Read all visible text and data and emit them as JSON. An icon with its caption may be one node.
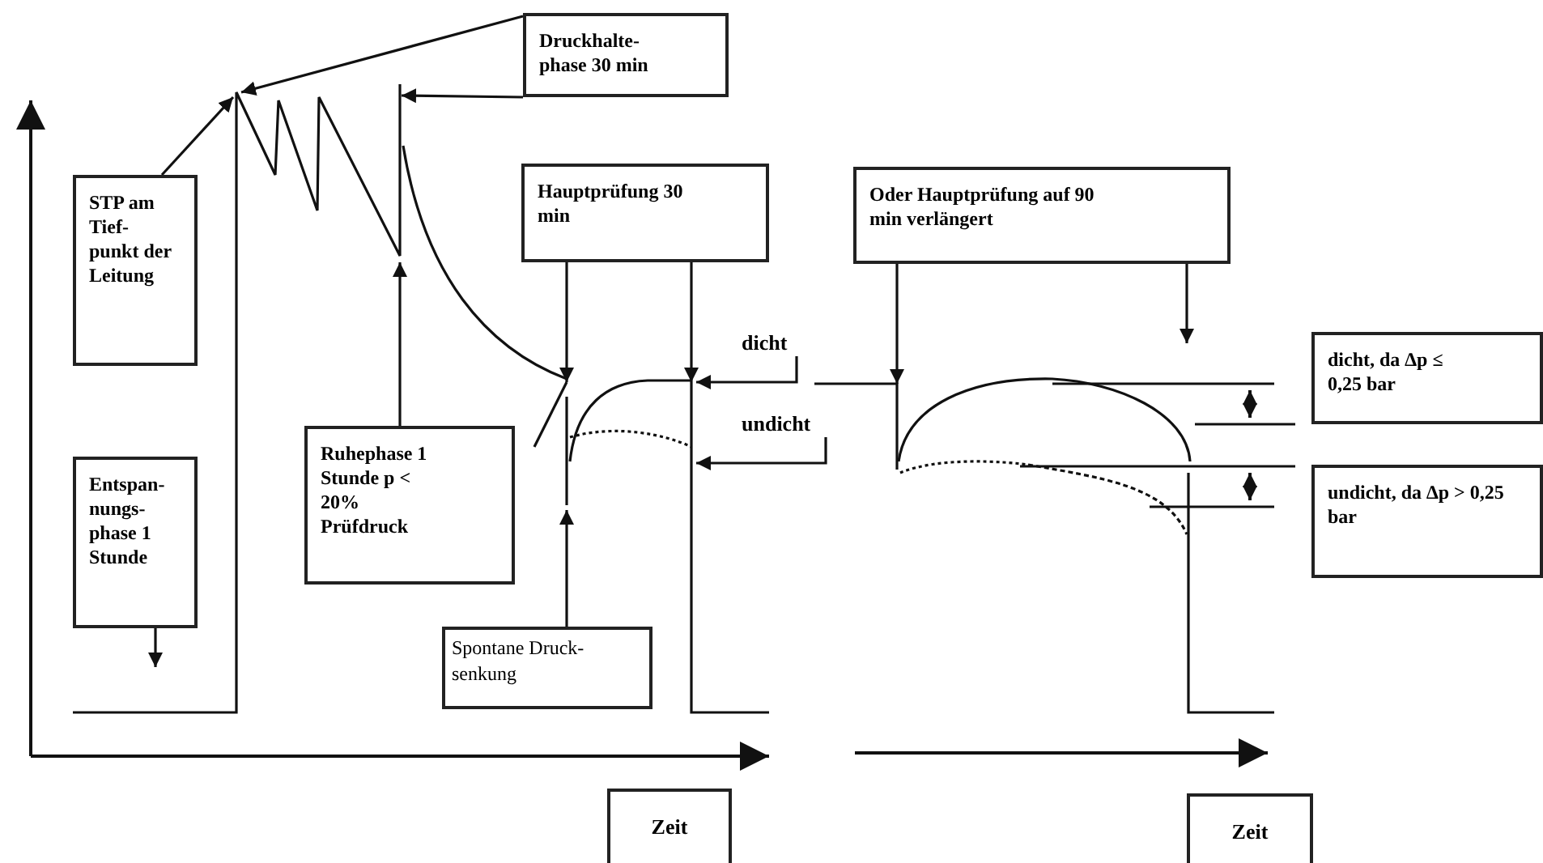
{
  "diagram": {
    "nodes": [
      {
        "text": [
          "STP am Tief- punkt der Leitung"
        ]
      },
      {
        "text": [
          "Entspan- nungs- phase 1 Stunde"
        ]
      },
      {
        "text": [
          "Druckhalte- phase 30 min"
        ]
      },
      {
        "text": [
          "Hauptprüfung 30 min"
        ]
      },
      {
        "text": [
          "Ruhephase 1 Stunde p < 20% Prüfdruck"
        ]
      },
      {
        "text": [
          "Spontane Druck- senkung"
        ]
      },
      {
        "text": [
          "Oder Hauptprüfung auf 90 min verlängert"
        ]
      },
      {
        "text": [
          "dicht, da ∆p ≤ 0,25 bar"
        ]
      },
      {
        "text": [
          "undicht, da ∆p > 0,25 bar"
        ]
      },
      {
        "text": [
          "Zeit"
        ]
      },
      {
        "text": [
          "Zeit"
        ]
      },
      {
        "text": [
          "dicht"
        ]
      },
      {
        "text": [
          "undicht"
        ]
      }
    ],
    "edges": [
      {
        "from": 0,
        "to": null,
        "arrow": "to"
      },
      {
        "from": 2,
        "to": null,
        "arrow": "to"
      },
      {
        "from": 2,
        "to": null,
        "arrow": "to"
      },
      {
        "from": 3,
        "to": null,
        "arrow": "to"
      },
      {
        "from": 3,
        "to": null,
        "arrow": "to"
      },
      {
        "from": 4,
        "to": null,
        "arrow": "to"
      },
      {
        "from": 5,
        "to": null,
        "arrow": "to"
      },
      {
        "from": 1,
        "to": null,
        "arrow": "to"
      },
      {
        "from": 6,
        "to": null,
        "arrow": "to"
      },
      {
        "from": 6,
        "to": null,
        "arrow": "to"
      },
      {
        "from": 11,
        "to": null,
        "arrow": "to"
      },
      {
        "from": 12,
        "to": null,
        "arrow": "to"
      }
    ]
  }
}
